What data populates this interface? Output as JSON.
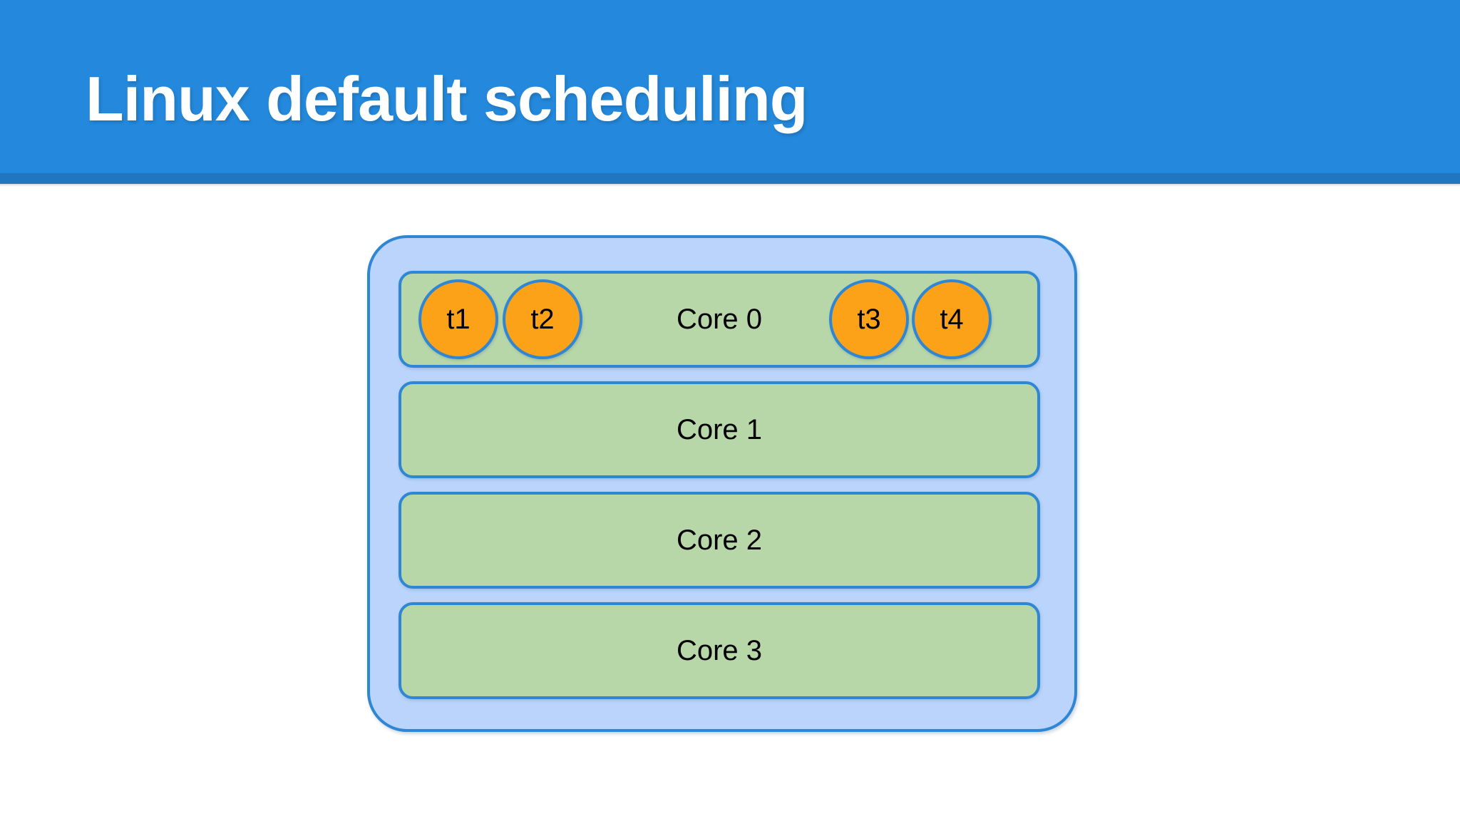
{
  "header": {
    "title": "Linux default scheduling",
    "band_color": "#2489dc",
    "underline_color": "#2077c0",
    "title_color": "#ffffff"
  },
  "diagram": {
    "package_label": "cpu-package",
    "package_fill": "#bad4fb",
    "stroke_color": "#2e86d4",
    "core_fill": "#b7d7a8",
    "thread_fill": "#fba218",
    "cores": [
      {
        "label": "Core 0",
        "threads": [
          "t1",
          "t2",
          "t3",
          "t4"
        ]
      },
      {
        "label": "Core 1",
        "threads": []
      },
      {
        "label": "Core 2",
        "threads": []
      },
      {
        "label": "Core 3",
        "threads": []
      }
    ],
    "threads": {
      "t1": "t1",
      "t2": "t2",
      "t3": "t3",
      "t4": "t4"
    }
  }
}
